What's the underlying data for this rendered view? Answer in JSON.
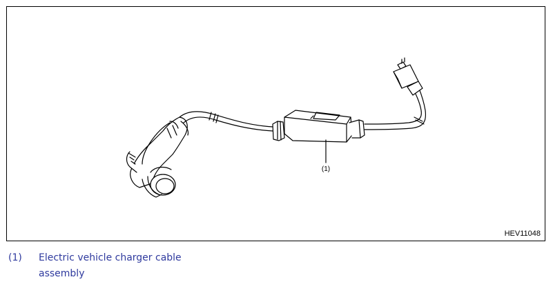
{
  "figure": {
    "code": "HEV11048",
    "callout_label": "(1)",
    "icon": "charger-cable-assembly-illustration"
  },
  "legend": {
    "items": [
      {
        "number": "(1)",
        "text": "Electric vehicle charger cable assembly"
      }
    ],
    "color": "#2f3a9e"
  }
}
